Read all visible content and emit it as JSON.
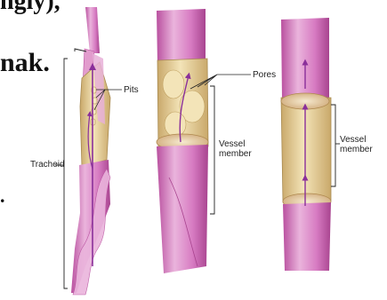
{
  "page": {
    "fragment_top": "ngly),",
    "fragment_mid": "nak.",
    "fragment_dot": "."
  },
  "labels": {
    "tracheid": "Tracheid",
    "pits": "Pits",
    "pores": "Pores",
    "vessel_member_left": [
      "Vessel",
      "member"
    ],
    "vessel_member_right": [
      "Vessel",
      "member"
    ]
  },
  "colors": {
    "wall_pink": "#d77bc2",
    "wall_light": "#eab4dc",
    "lumen_tan": "#e7d39a",
    "lumen_dark": "#c9a86a",
    "arrow_purple": "#8a2f9a"
  }
}
